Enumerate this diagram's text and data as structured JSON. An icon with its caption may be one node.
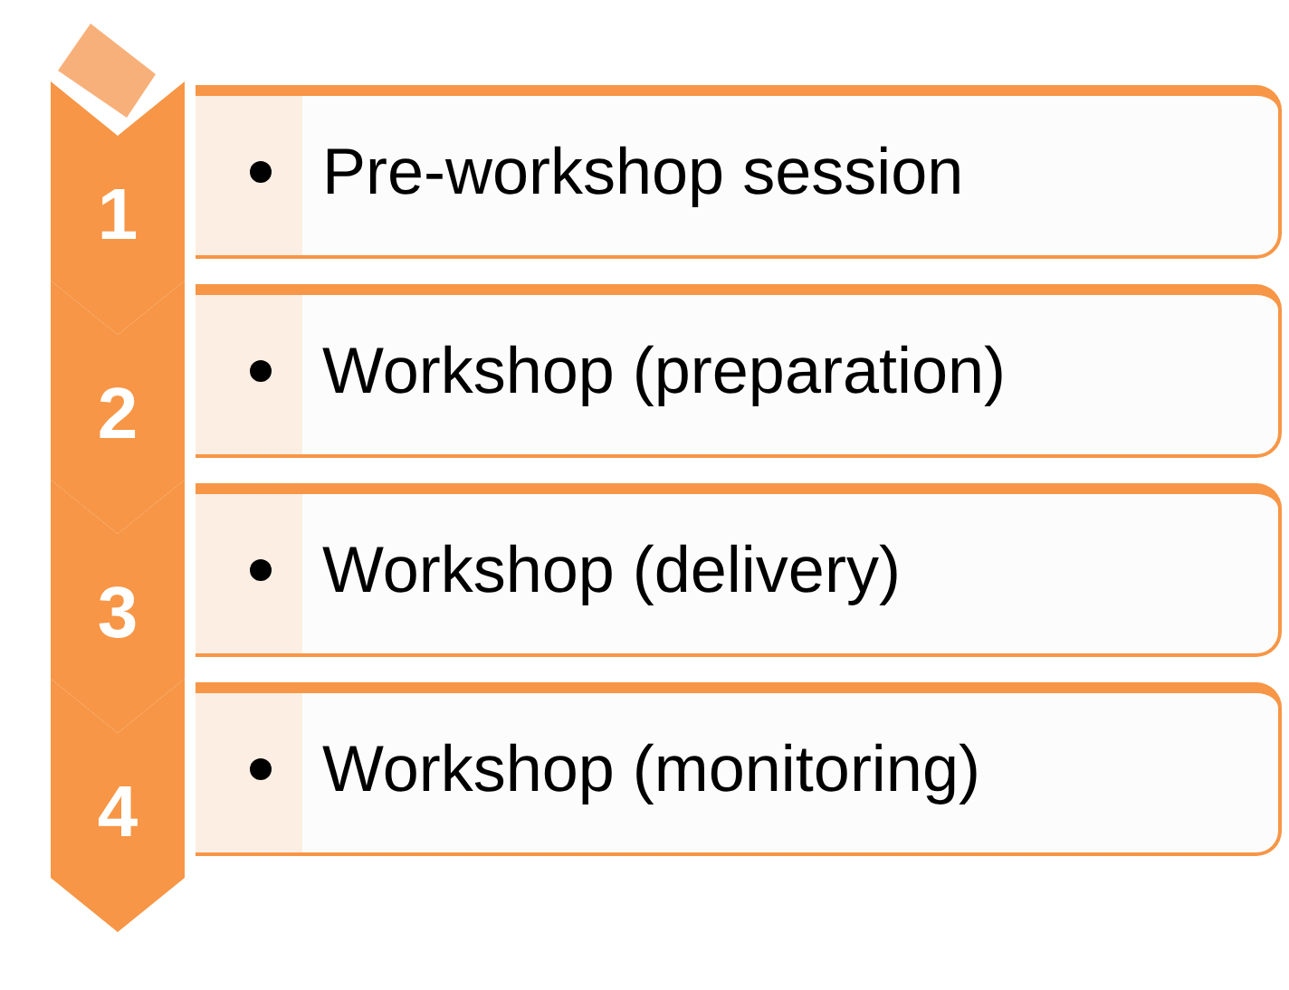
{
  "diagram": {
    "nodes": [
      {
        "text": [
          "1"
        ]
      },
      {
        "text": [
          "Pre-workshop session"
        ]
      },
      {
        "text": [
          "2"
        ]
      },
      {
        "text": [
          "Workshop (preparation)"
        ]
      },
      {
        "text": [
          "3"
        ]
      },
      {
        "text": [
          "Workshop (delivery)"
        ]
      },
      {
        "text": [
          "4"
        ]
      },
      {
        "text": [
          "Workshop (monitoring)"
        ]
      }
    ],
    "edges": []
  }
}
